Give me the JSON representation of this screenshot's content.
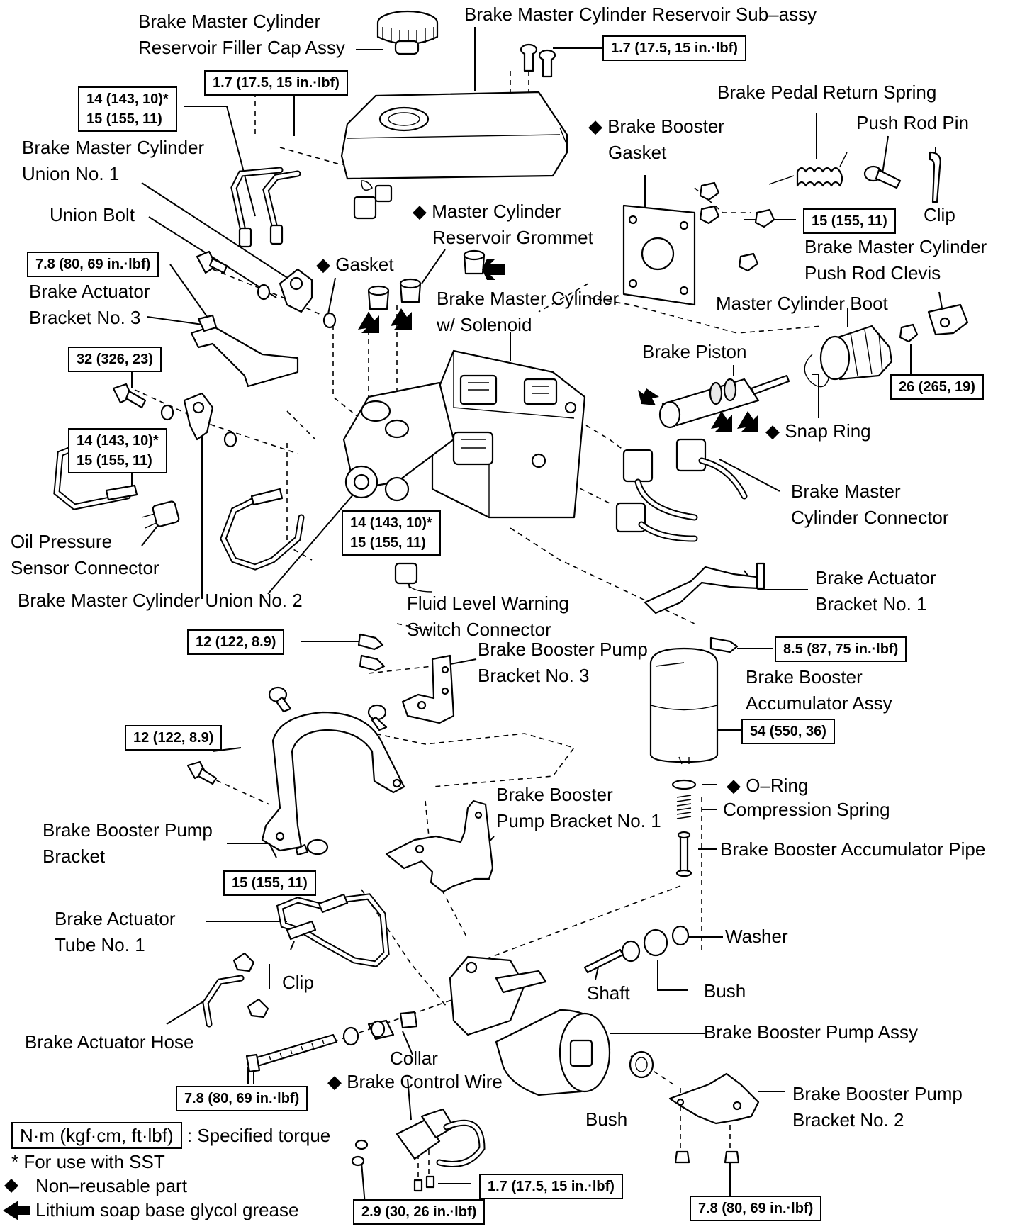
{
  "labels": {
    "filler_cap": [
      "Brake Master Cylinder",
      "Reservoir Filler Cap Assy"
    ],
    "reservoir": "Brake Master Cylinder Reservoir Sub–assy",
    "booster_gasket": [
      "Brake Booster",
      "Gasket"
    ],
    "return_spring": "Brake Pedal Return Spring",
    "push_rod_pin": "Push Rod Pin",
    "clip_top": "Clip",
    "mc_union1": [
      "Brake Master Cylinder",
      "Union No. 1"
    ],
    "union_bolt": "Union Bolt",
    "res_grommet": [
      "Master Cylinder",
      "Reservoir Grommet"
    ],
    "gasket": "Gasket",
    "push_rod_clevis": [
      "Brake Master Cylinder",
      "Push Rod Clevis"
    ],
    "mc_boot": "Master Cylinder Boot",
    "act_bracket3": [
      "Brake  Actuator",
      "Bracket No. 3"
    ],
    "mc_solenoid": [
      "Brake Master Cylinder",
      "w/ Solenoid"
    ],
    "brake_piston": "Brake Piston",
    "snap_ring": "Snap Ring",
    "mc_connector": [
      "Brake Master",
      "Cylinder Connector"
    ],
    "oil_pressure": [
      "Oil Pressure",
      "Sensor Connector"
    ],
    "mc_union2": "Brake Master Cylinder Union No. 2",
    "fluid_level": [
      "Fluid  Level  Warning",
      "Switch Connector"
    ],
    "act_bracket1": [
      "Brake  Actuator",
      "Bracket No. 1"
    ],
    "pump_bracket3": [
      "Brake Booster Pump",
      "Bracket No. 3"
    ],
    "accumulator": [
      "Brake Booster",
      "Accumulator Assy"
    ],
    "o_ring": "O–Ring",
    "comp_spring": "Compression Spring",
    "pump_bracket": [
      "Brake Booster Pump",
      "Bracket"
    ],
    "pump_bracket1": [
      "Brake Booster",
      "Pump Bracket No. 1"
    ],
    "acc_pipe": "Brake Booster Accumulator Pipe",
    "act_tube1": [
      "Brake  Actuator",
      "Tube No. 1"
    ],
    "washer": "Washer",
    "clip_mid": "Clip",
    "shaft": "Shaft",
    "bush_right": "Bush",
    "act_hose": "Brake Actuator Hose",
    "pump_assy": "Brake Booster Pump Assy",
    "collar": "Collar",
    "control_wire": "Brake Control Wire",
    "bush_bottom": "Bush",
    "pump_bracket2": [
      "Brake  Booster  Pump",
      "Bracket No. 2"
    ]
  },
  "torques": {
    "t_res_screw": "1.7 (17.5, 15 in.·lbf)",
    "t_union1_screw": "1.7 (17.5, 15 in.·lbf)",
    "t_union1": [
      "14 (143, 10)*",
      "15 (155, 11)"
    ],
    "t_union_bolt": "7.8 (80, 69 in.·lbf)",
    "t_clevis_nut": "15 (155, 11)",
    "t_boot_nut": "26 (265, 19)",
    "t_union2_bolt": "32 (326, 23)",
    "t_union2": [
      "14 (143, 10)*",
      "15 (155, 11)"
    ],
    "t_center": [
      "14 (143, 10)*",
      "15 (155, 11)"
    ],
    "t_bracket1": "8.5 (87, 75 in.·lbf)",
    "t_pump_b3": "12 (122, 8.9)",
    "t_pump_b": "12 (122, 8.9)",
    "t_accumulator": "54 (550, 36)",
    "t_tube1": "15 (155, 11)",
    "t_long_bolt": "7.8 (80, 69 in.·lbf)",
    "t_wire_bolt": "1.7 (17.5, 15 in.·lbf)",
    "t_wire_screw": "2.9 (30, 26 in.·lbf)",
    "t_pump_b2": "7.8 (80, 69 in.·lbf)"
  },
  "legend": {
    "unit_box": "N·m (kgf·cm, ft·lbf)",
    "unit_text": ": Specified torque",
    "sst": "* For use with SST",
    "non_reusable": "Non–reusable part",
    "grease": "Lithium soap base glycol grease"
  }
}
